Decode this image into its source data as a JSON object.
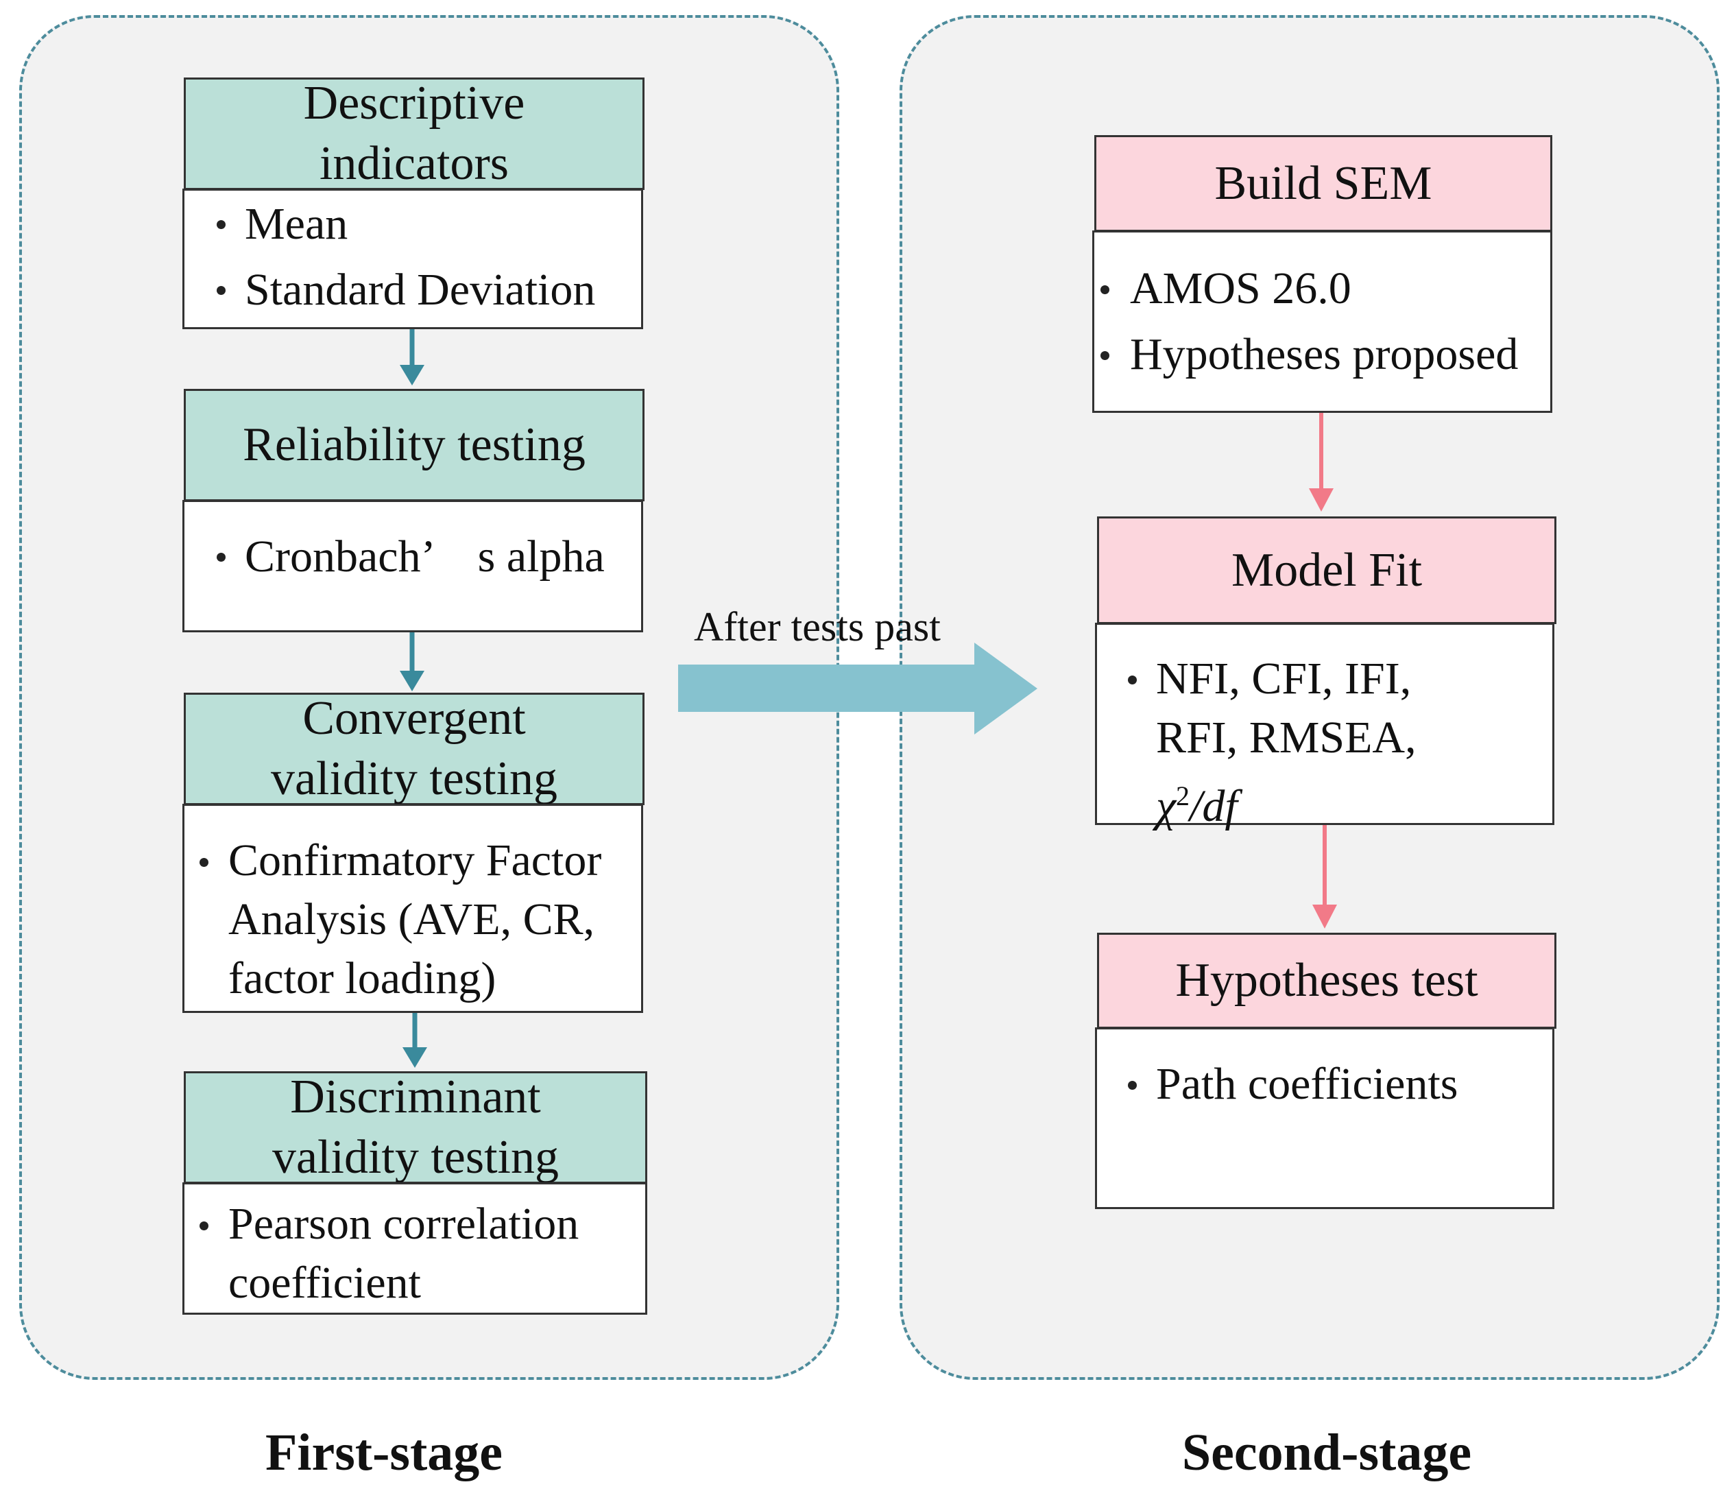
{
  "first_stage": {
    "label": "First-stage",
    "steps": [
      {
        "title_lines": [
          "Descriptive",
          "indicators"
        ],
        "items": [
          "Mean",
          "Standard Deviation"
        ]
      },
      {
        "title_lines": [
          "Reliability testing"
        ],
        "items": [
          "Cronbach’　s alpha"
        ]
      },
      {
        "title_lines": [
          "Convergent",
          "validity testing"
        ],
        "items": [
          "Confirmatory Factor",
          "Analysis (AVE, CR,",
          "factor loading)"
        ]
      },
      {
        "title_lines": [
          "Discriminant",
          "validity testing"
        ],
        "items": [
          "Pearson correlation",
          "coefficient"
        ]
      }
    ]
  },
  "transition": {
    "label": "After tests past"
  },
  "second_stage": {
    "label": "Second-stage",
    "steps": [
      {
        "title_lines": [
          "Build SEM"
        ],
        "items": [
          "AMOS 26.0",
          "Hypotheses proposed"
        ]
      },
      {
        "title_lines": [
          "Model Fit"
        ],
        "items": [
          "NFI, CFI, IFI,",
          "RFI, RMSEA,"
        ],
        "formula": {
          "symbol": "χ",
          "superscript": "2",
          "rest": "/df"
        }
      },
      {
        "title_lines": [
          "Hypotheses test"
        ],
        "items": [
          "Path coefficients"
        ]
      }
    ]
  },
  "colors": {
    "panel_fill": "#f2f2f2",
    "panel_border": "#4d8c9c",
    "first_stage_header": "#bbe0d8",
    "second_stage_header": "#fcd6dd",
    "first_stage_arrow": "#3a8a9c",
    "second_stage_arrow": "#f27a88",
    "transition_arrow": "#86c2cf"
  }
}
